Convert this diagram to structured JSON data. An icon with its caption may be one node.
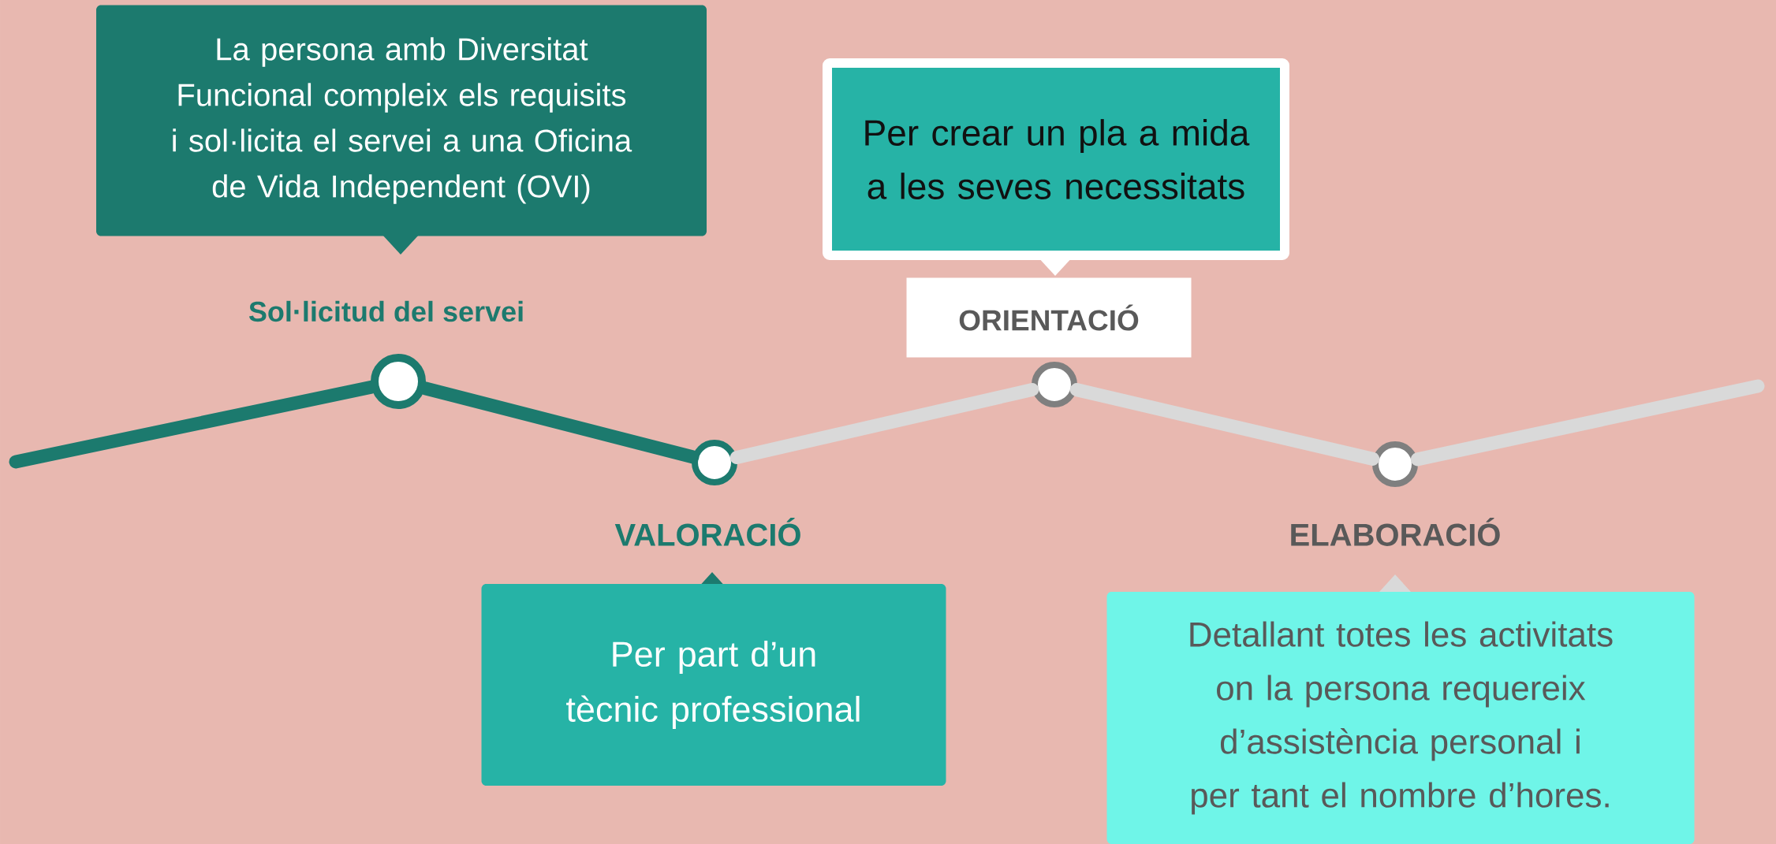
{
  "diagram": {
    "nodes": [
      {
        "text": [
          "La persona amb Diversitat Funcional compleix els requisits i sol·licita el servei a una Oficina de Vida Independent (OVI)"
        ]
      },
      {
        "text": [
          "Sol·licitud del servei"
        ]
      },
      {
        "text": [
          "Per crear un pla a mida a les seves necessitats"
        ]
      },
      {
        "text": [
          "ORIENTACIÓ"
        ]
      },
      {
        "text": [],
        "shape": "circle"
      },
      {
        "text": [],
        "shape": "circle"
      },
      {
        "text": [],
        "shape": "circle"
      },
      {
        "text": [],
        "shape": "circle"
      },
      {
        "text": [
          "VALORACIÓ"
        ]
      },
      {
        "text": [
          "ELABORACIÓ"
        ]
      },
      {
        "text": [
          "Per part d’un tècnic professional"
        ]
      },
      {
        "text": [
          "Detallant totes les activitats on la persona requereix d’assistència personal i per tant el nombre d’hores."
        ]
      }
    ],
    "edges": [
      {
        "from": null,
        "to": 4,
        "arrow": "none",
        "color": "#1c7a6e"
      },
      {
        "from": 4,
        "to": 5,
        "arrow": "none",
        "color": "#1c7a6e"
      },
      {
        "from": 5,
        "to": 6,
        "arrow": "none"
      },
      {
        "from": 6,
        "to": 7,
        "arrow": "none"
      },
      {
        "from": 7,
        "to": null,
        "arrow": "none"
      }
    ]
  }
}
